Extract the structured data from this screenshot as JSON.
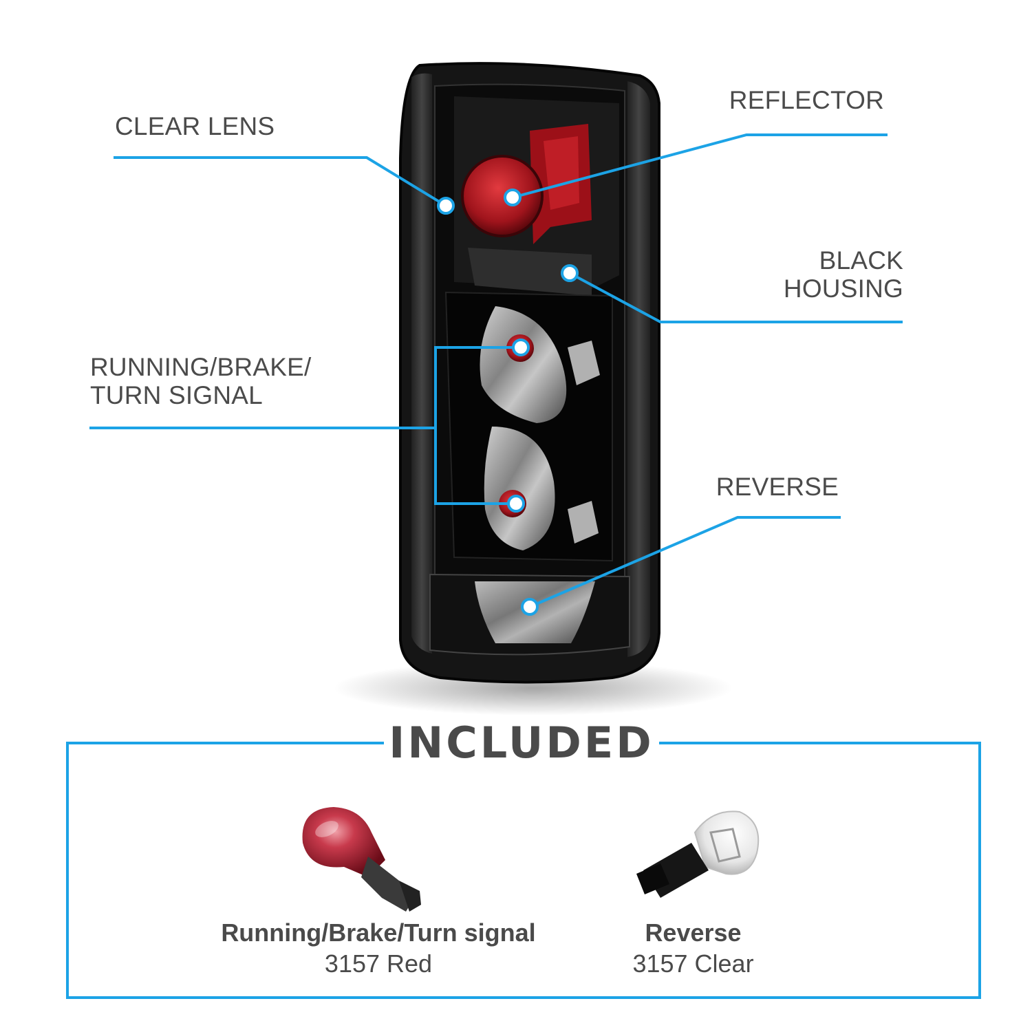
{
  "colors": {
    "accent": "#1ca3e6",
    "text": "#4a4a4a",
    "housing": "#0d0d0d",
    "red": "#b01822"
  },
  "callouts": {
    "clear_lens": "CLEAR LENS",
    "reflector": "REFLECTOR",
    "black_housing_line1": "BLACK",
    "black_housing_line2": "HOUSING",
    "running_line1": "RUNNING/BRAKE/",
    "running_line2": "TURN SIGNAL",
    "reverse": "REVERSE"
  },
  "included": {
    "title": "INCLUDED",
    "bulbs": [
      {
        "name": "Running/Brake/Turn signal",
        "spec": "3157 Red",
        "icon": "red-bulb-icon"
      },
      {
        "name": "Reverse",
        "spec": "3157 Clear",
        "icon": "clear-bulb-icon"
      }
    ]
  }
}
